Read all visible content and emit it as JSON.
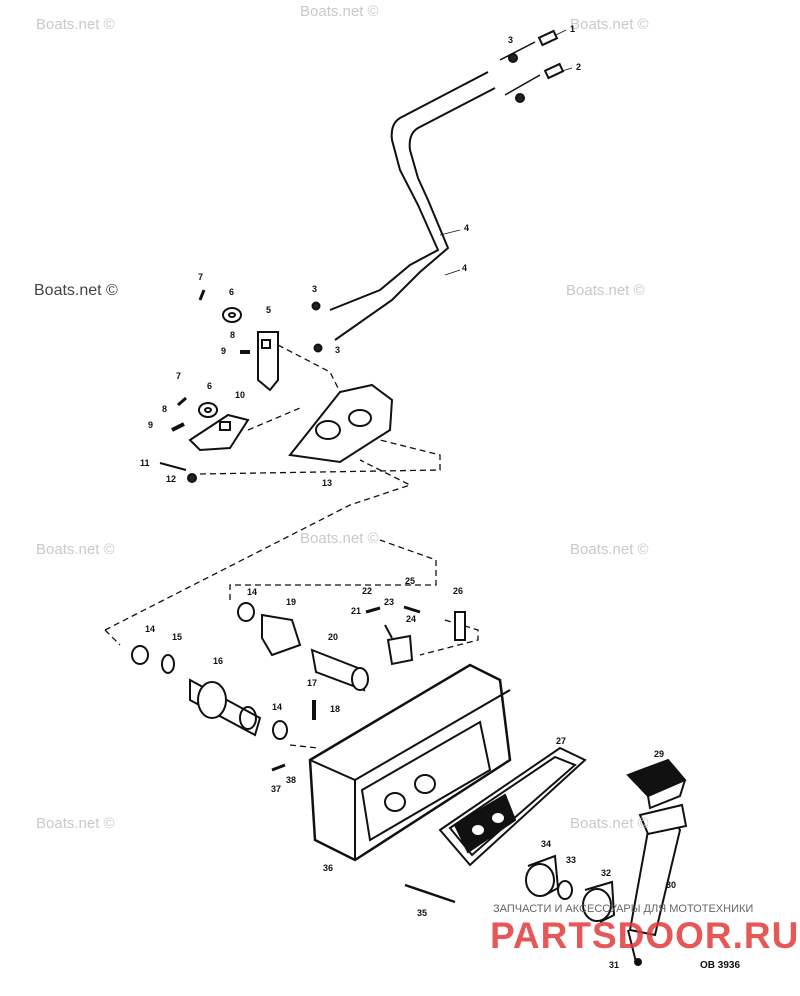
{
  "watermark": "Boats.net ©",
  "diagram_ref": "OB 3936",
  "brand": {
    "tagline": "ЗАПЧАСТИ И АКСЕССУАРЫ ДЛЯ МОТОТЕХНИКИ",
    "logo": "PARTSDOOR.RU"
  },
  "callouts": [
    "1",
    "2",
    "3",
    "3",
    "3",
    "4",
    "4",
    "5",
    "6",
    "6",
    "7",
    "7",
    "8",
    "8",
    "9",
    "9",
    "10",
    "11",
    "12",
    "13",
    "14",
    "14",
    "14",
    "15",
    "16",
    "17",
    "18",
    "19",
    "20",
    "21",
    "22",
    "23",
    "24",
    "25",
    "26",
    "27",
    "29",
    "30",
    "31",
    "32",
    "33",
    "34",
    "35",
    "36",
    "37",
    "38"
  ]
}
